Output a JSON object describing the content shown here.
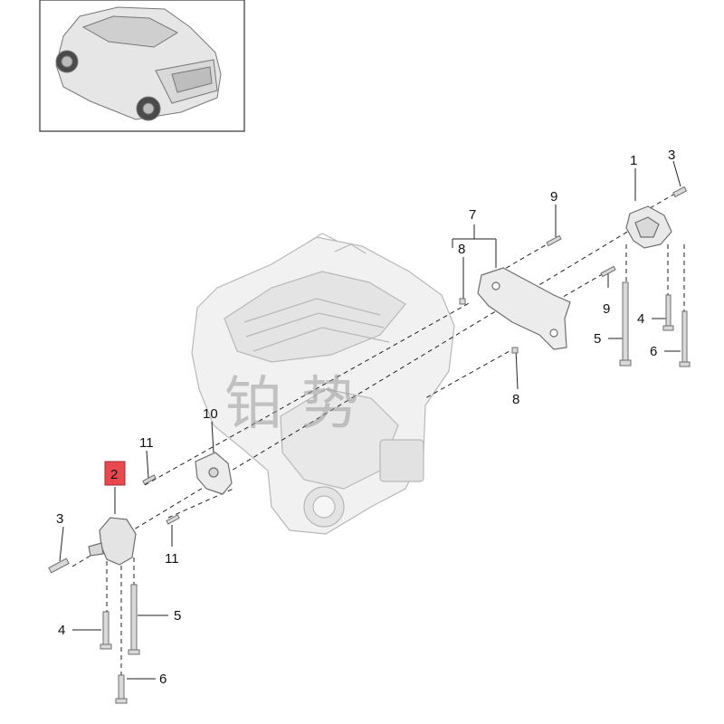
{
  "diagram": {
    "callouts": [
      {
        "id": "c1",
        "text": "1"
      },
      {
        "id": "c2",
        "text": "2",
        "highlight": true
      },
      {
        "id": "c3a",
        "text": "3"
      },
      {
        "id": "c3b",
        "text": "3"
      },
      {
        "id": "c4a",
        "text": "4"
      },
      {
        "id": "c4b",
        "text": "4"
      },
      {
        "id": "c5a",
        "text": "5"
      },
      {
        "id": "c5b",
        "text": "5"
      },
      {
        "id": "c6a",
        "text": "6"
      },
      {
        "id": "c6b",
        "text": "6"
      },
      {
        "id": "c7",
        "text": "7"
      },
      {
        "id": "c8a",
        "text": "8"
      },
      {
        "id": "c8b",
        "text": "8"
      },
      {
        "id": "c9a",
        "text": "9"
      },
      {
        "id": "c9b",
        "text": "9"
      },
      {
        "id": "c10",
        "text": "10"
      },
      {
        "id": "c11a",
        "text": "11"
      },
      {
        "id": "c11b",
        "text": "11"
      }
    ],
    "watermark": "铂 势"
  },
  "colors": {
    "highlight_fill": "#e8494f",
    "line": "#222222",
    "part_fill": "#e9e9e9",
    "part_stroke": "#6e6e6e",
    "engine_stroke": "#b8b8b8"
  }
}
